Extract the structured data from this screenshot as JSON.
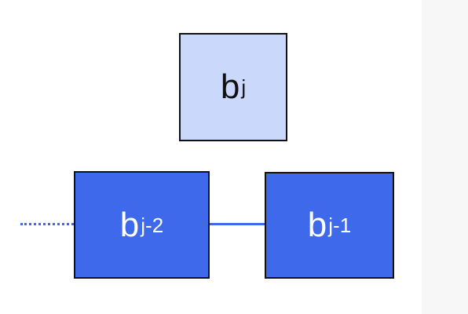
{
  "blocks": {
    "pending": {
      "base": "b",
      "subscript": "j"
    },
    "chain_left": {
      "base": "b",
      "subscript": "j-2"
    },
    "chain_right": {
      "base": "b",
      "subscript": "j-1"
    }
  },
  "colors": {
    "pending_fill": "#cad9fb",
    "chain_fill": "#3d69ea",
    "border": "#111111",
    "link": "#3d69ea"
  }
}
